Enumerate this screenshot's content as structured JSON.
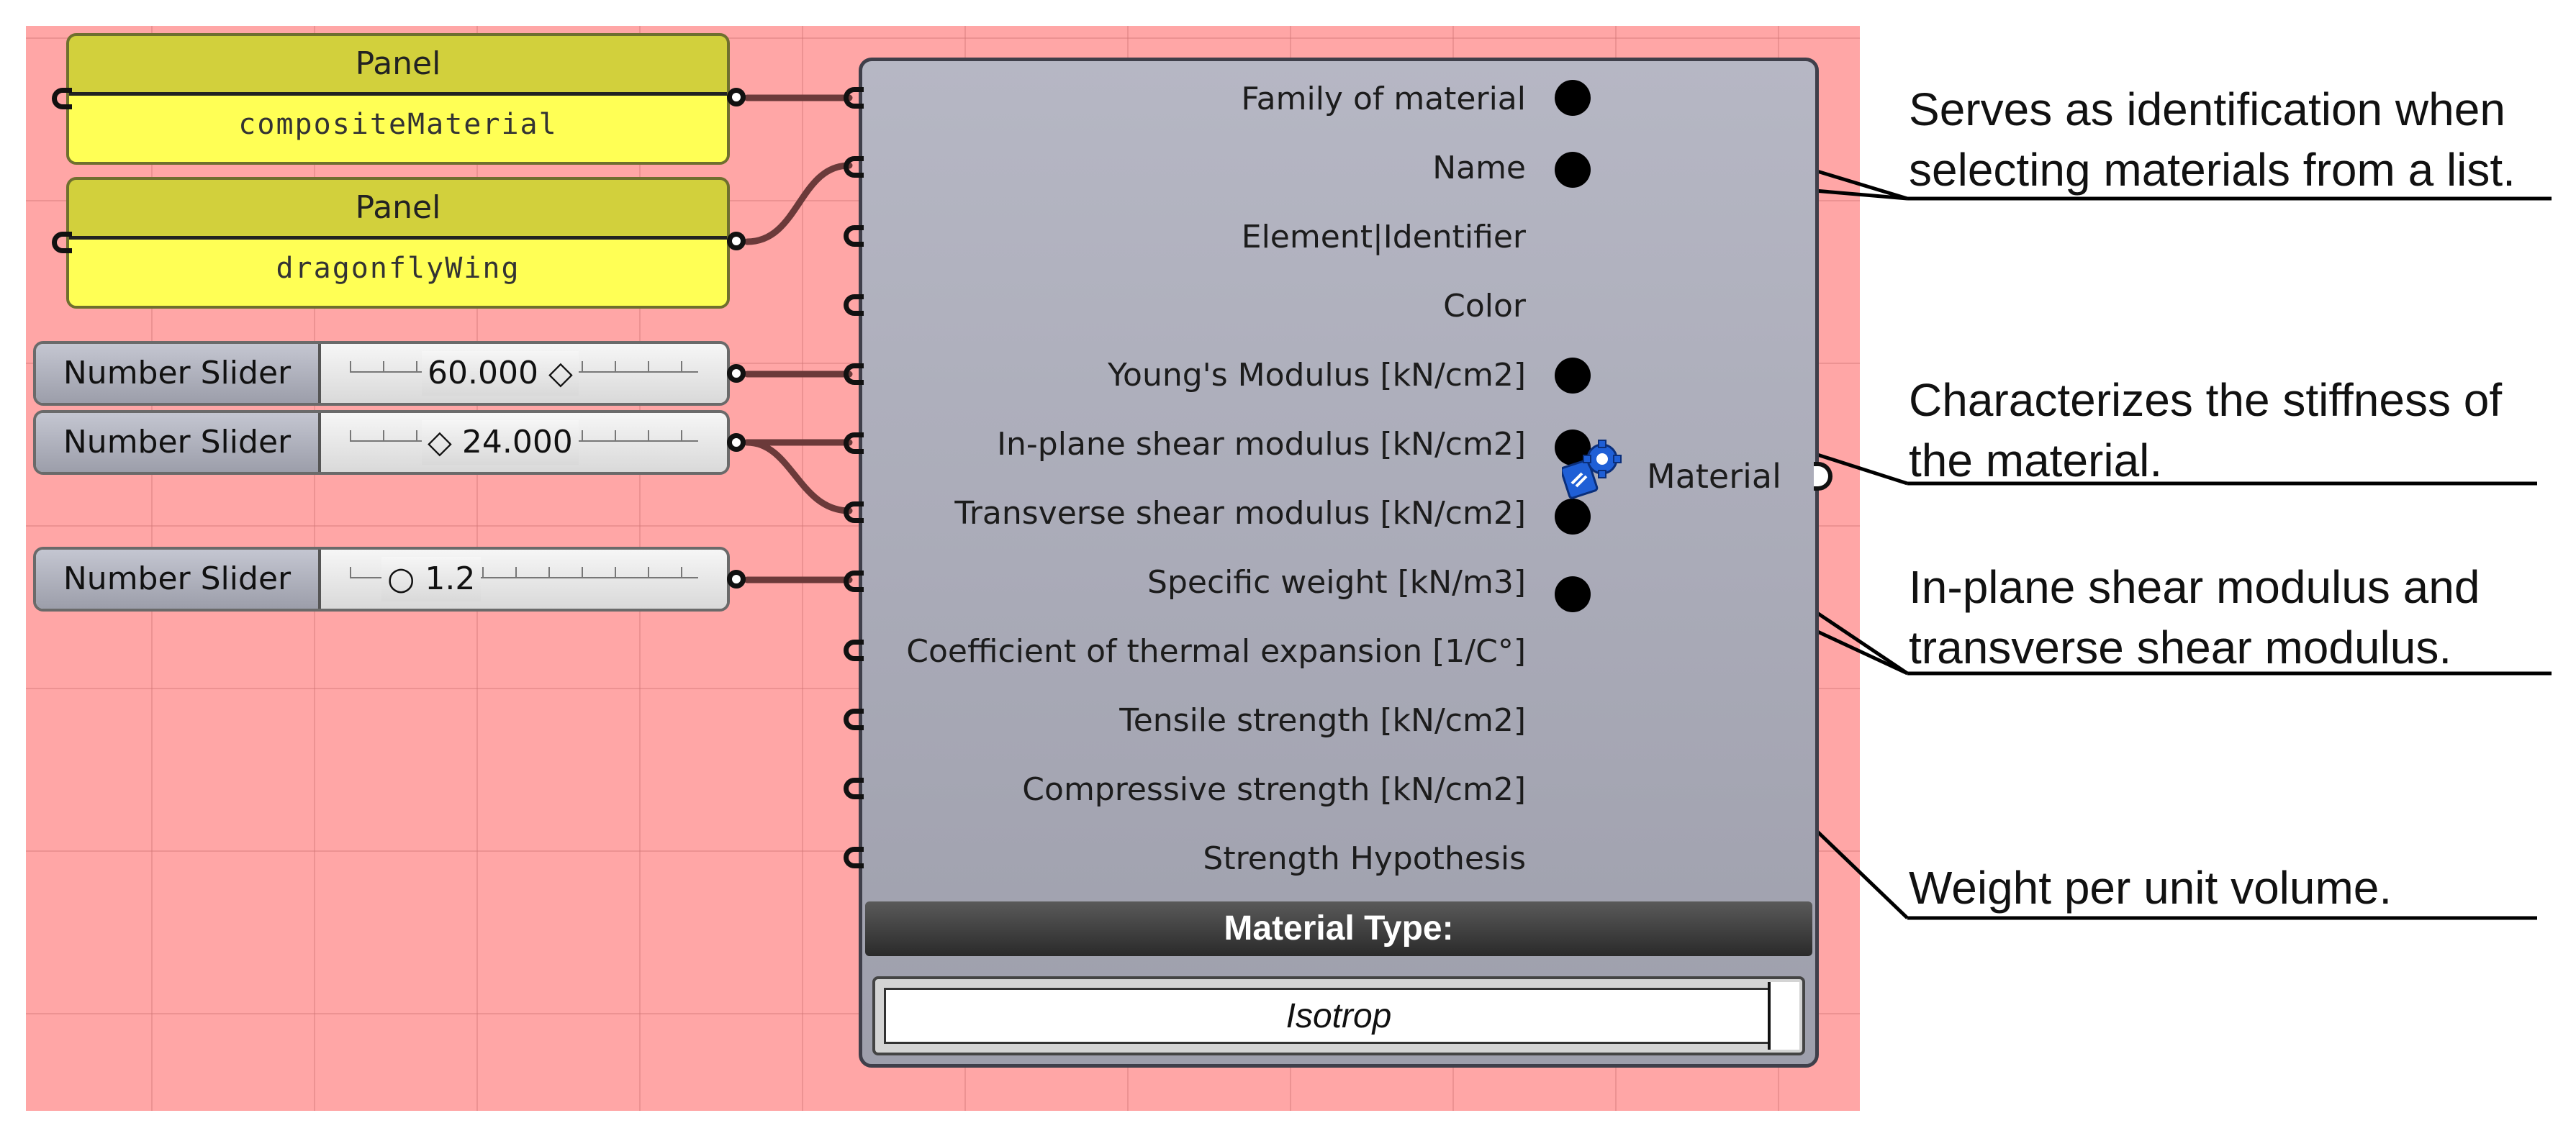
{
  "panels": [
    {
      "title": "Panel",
      "value": "compositeMaterial"
    },
    {
      "title": "Panel",
      "value": "dragonflyWing"
    }
  ],
  "sliders": [
    {
      "label": "Number Slider",
      "value": "60.000"
    },
    {
      "label": "Number Slider",
      "value": "24.000"
    },
    {
      "label": "Number Slider",
      "value": "1.2"
    }
  ],
  "component": {
    "inputs": [
      "Family of material",
      "Name",
      "Element|Identifier",
      "Color",
      "Young's Modulus [kN/cm2]",
      "In-plane shear modulus [kN/cm2]",
      "Transverse shear modulus [kN/cm2]",
      "Specific weight [kN/m3]",
      "Coefficient of thermal expansion [1/C°]",
      "Tensile strength [kN/cm2]",
      "Compressive strength [kN/cm2]",
      "Strength Hypothesis"
    ],
    "output": "Material",
    "material_type_label": "Material Type:",
    "material_type_value": "Isotrop",
    "icon": "material-gear-icon"
  },
  "annotations": [
    {
      "lines": [
        "Serves as identification when",
        "selecting materials from a list."
      ]
    },
    {
      "lines": [
        "Characterizes the stiffness of",
        "the material."
      ]
    },
    {
      "lines": [
        "In-plane shear modulus and",
        "transverse shear modulus."
      ]
    },
    {
      "lines": [
        "Weight per unit volume."
      ]
    }
  ],
  "colors": {
    "canvas": "#ffa6a6",
    "panel_header": "#d2d03c",
    "panel_body": "#ffff55",
    "component": "#a9aab7",
    "wire": "#6b3a3a"
  }
}
